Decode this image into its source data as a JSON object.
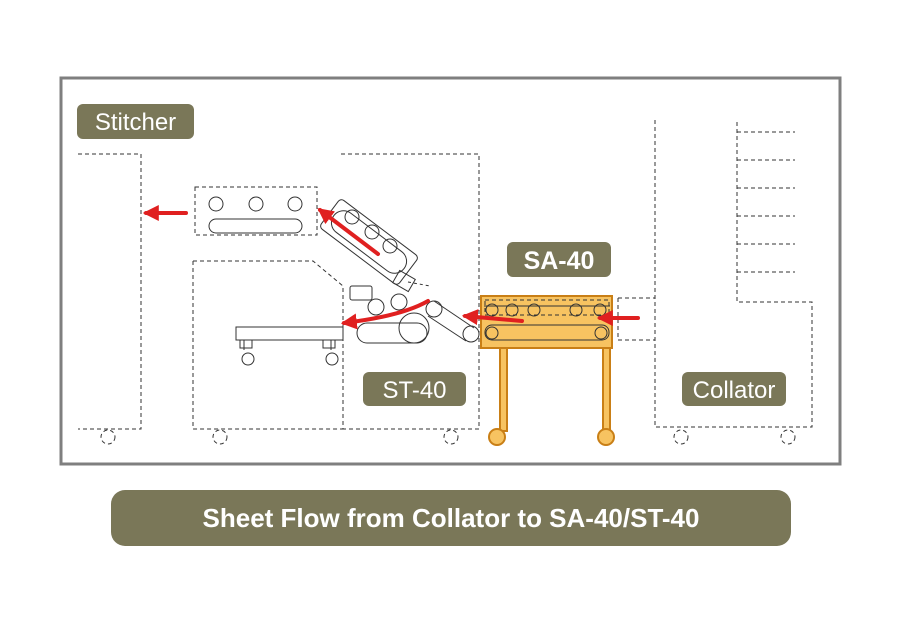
{
  "labels": {
    "stitcher": "Stitcher",
    "sa40": "SA-40",
    "st40": "ST-40",
    "collator": "Collator"
  },
  "caption": "Sheet Flow from Collator to SA-40/ST-40",
  "colors": {
    "frame": "#7f7f7f",
    "label_bg": "#7a7758",
    "sa40_fill": "#f7c361",
    "sa40_stroke": "#c97f16",
    "arrow": "#e02020",
    "outline": "#333333"
  }
}
